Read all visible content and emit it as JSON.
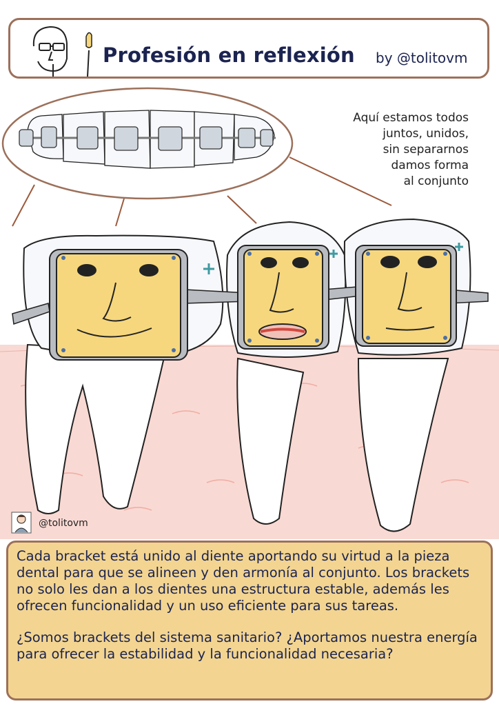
{
  "header": {
    "title": "Profesión en reflexión",
    "byline": "by @tolitovm"
  },
  "caption": {
    "lines": [
      "Aquí estamos todos",
      "juntos, unidos,",
      "sin separarnos",
      "damos forma",
      "al conjunto"
    ]
  },
  "signature": "@tolitovm",
  "body": {
    "paragraph1": "Cada bracket está unido al diente aportando su virtud a la pieza dental para que se alineen y den armonía al conjunto. Los brackets no solo les dan a los dientes una estructura estable, además les ofrecen funcionalidad y un uso eficiente para sus tareas.",
    "paragraph2": "¿Somos brackets del sistema sanitario? ¿Aportamos nuestra energía para ofrecer la estabilidad y la funcionalidad necesaria?"
  },
  "colors": {
    "frame": "#9c705a",
    "text": "#1b2350",
    "bracket": "#f6d77d",
    "gum": "#f9d9d3",
    "panel": "#f3d591"
  }
}
